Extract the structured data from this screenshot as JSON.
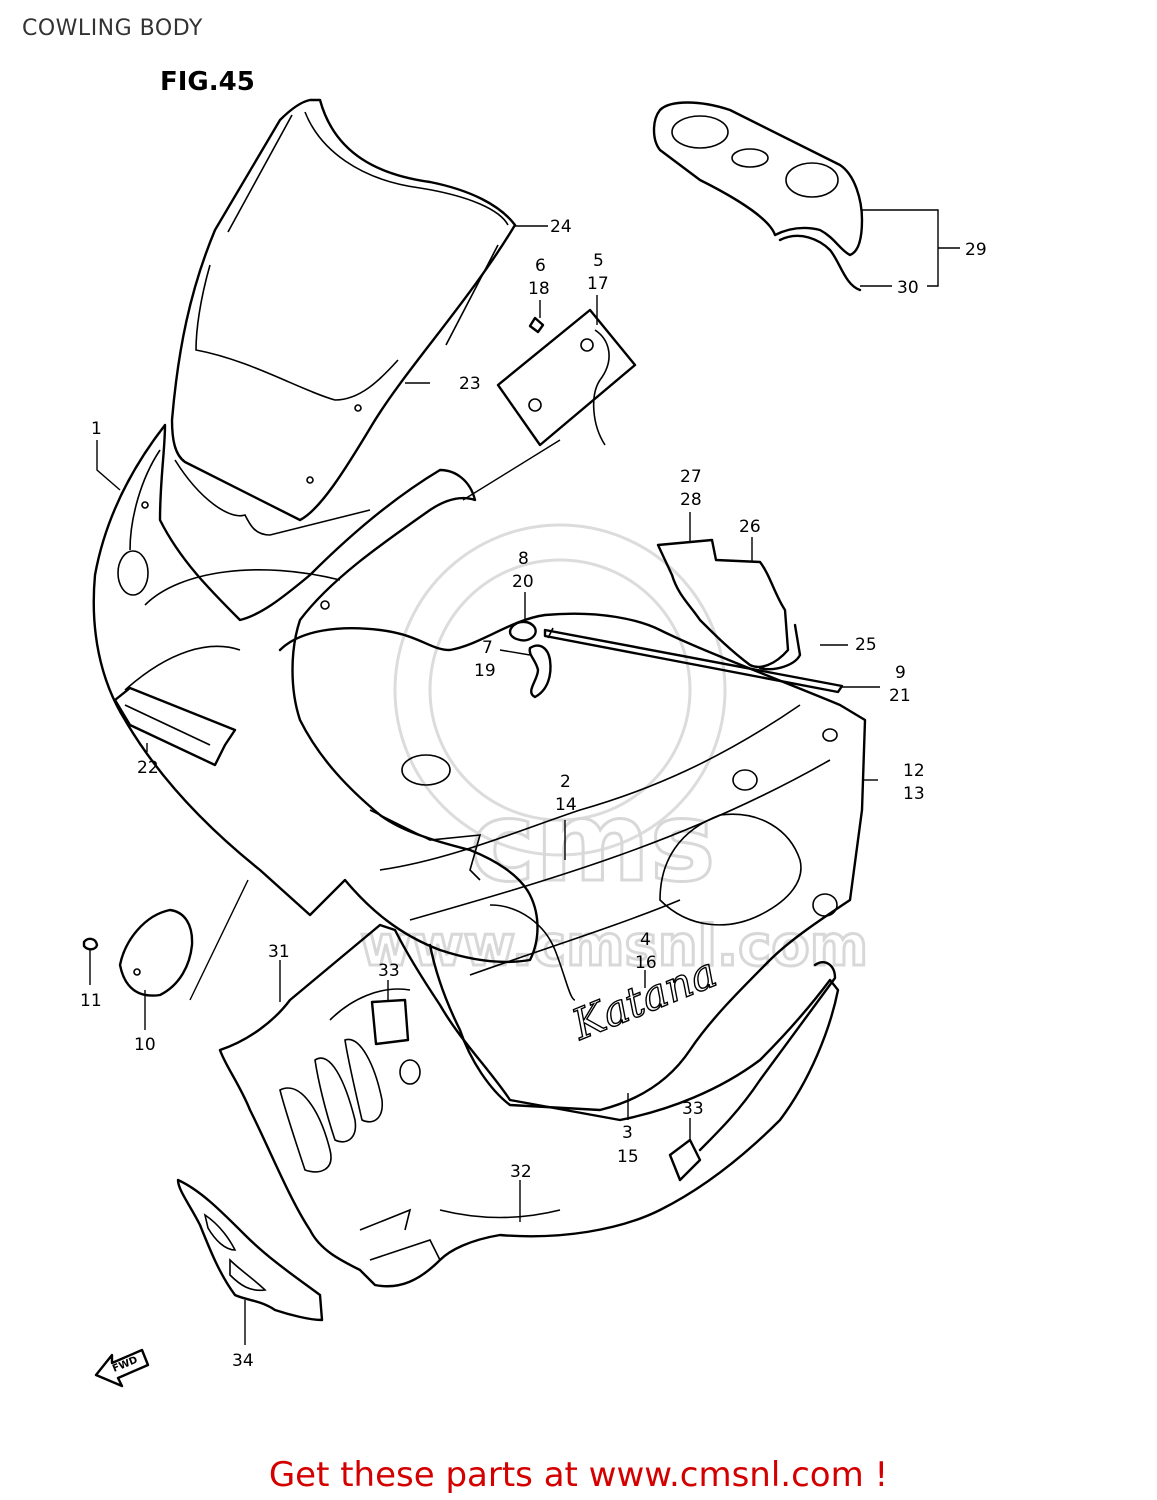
{
  "page": {
    "title": "COWLING BODY",
    "footer": "Get these parts at www.cmsnl.com !"
  },
  "diagram": {
    "figure_label": "FIG.45",
    "watermark": {
      "logo_text": "cms",
      "url_text": "www.cmsnl.com"
    },
    "brand_script": "Katana",
    "direction_marker": "FWD",
    "callouts": {
      "c1": [
        "1"
      ],
      "c2": [
        "2",
        "14"
      ],
      "c3": [
        "3",
        "15"
      ],
      "c4": [
        "4",
        "16"
      ],
      "c5": [
        "5",
        "17"
      ],
      "c6": [
        "6",
        "18"
      ],
      "c7": [
        "7",
        "19"
      ],
      "c8": [
        "8",
        "20"
      ],
      "c9": [
        "9",
        "21"
      ],
      "c10": [
        "10"
      ],
      "c11": [
        "11"
      ],
      "c12": [
        "12",
        "13"
      ],
      "c22": [
        "22"
      ],
      "c23": [
        "23"
      ],
      "c24": [
        "24"
      ],
      "c25": [
        "25"
      ],
      "c26": [
        "26"
      ],
      "c27": [
        "27",
        "28"
      ],
      "c29": [
        "29"
      ],
      "c30": [
        "30"
      ],
      "c31": [
        "31"
      ],
      "c32": [
        "32"
      ],
      "c33a": [
        "33"
      ],
      "c33b": [
        "33"
      ],
      "c34": [
        "34"
      ]
    }
  }
}
